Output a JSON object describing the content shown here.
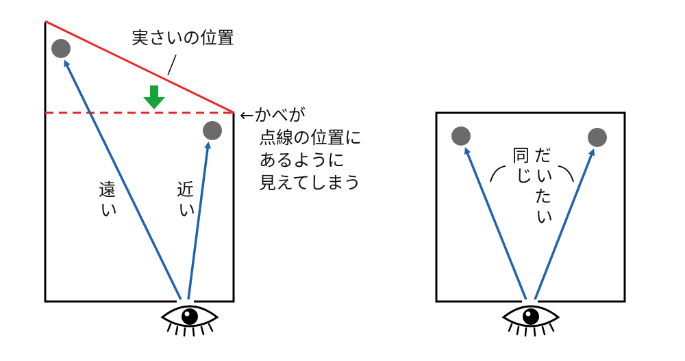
{
  "colors": {
    "wall": "#000000",
    "actual_position_line": "#e8262a",
    "arrow": "#1f63b0",
    "down_arrow": "#16a33a",
    "ball": "#6b6b6b"
  },
  "left_diagram": {
    "actual_position_label": "実さいの位置",
    "wall_note_lines": [
      "←かべが",
      "点線の位置に",
      "あるように",
      "見えてしまう"
    ],
    "far_label": [
      "遠",
      "い"
    ],
    "near_label": [
      "近",
      "い"
    ]
  },
  "right_diagram": {
    "same_label": [
      "同",
      "じ"
    ],
    "about_label": [
      "だ",
      "い",
      "た",
      "い"
    ]
  }
}
